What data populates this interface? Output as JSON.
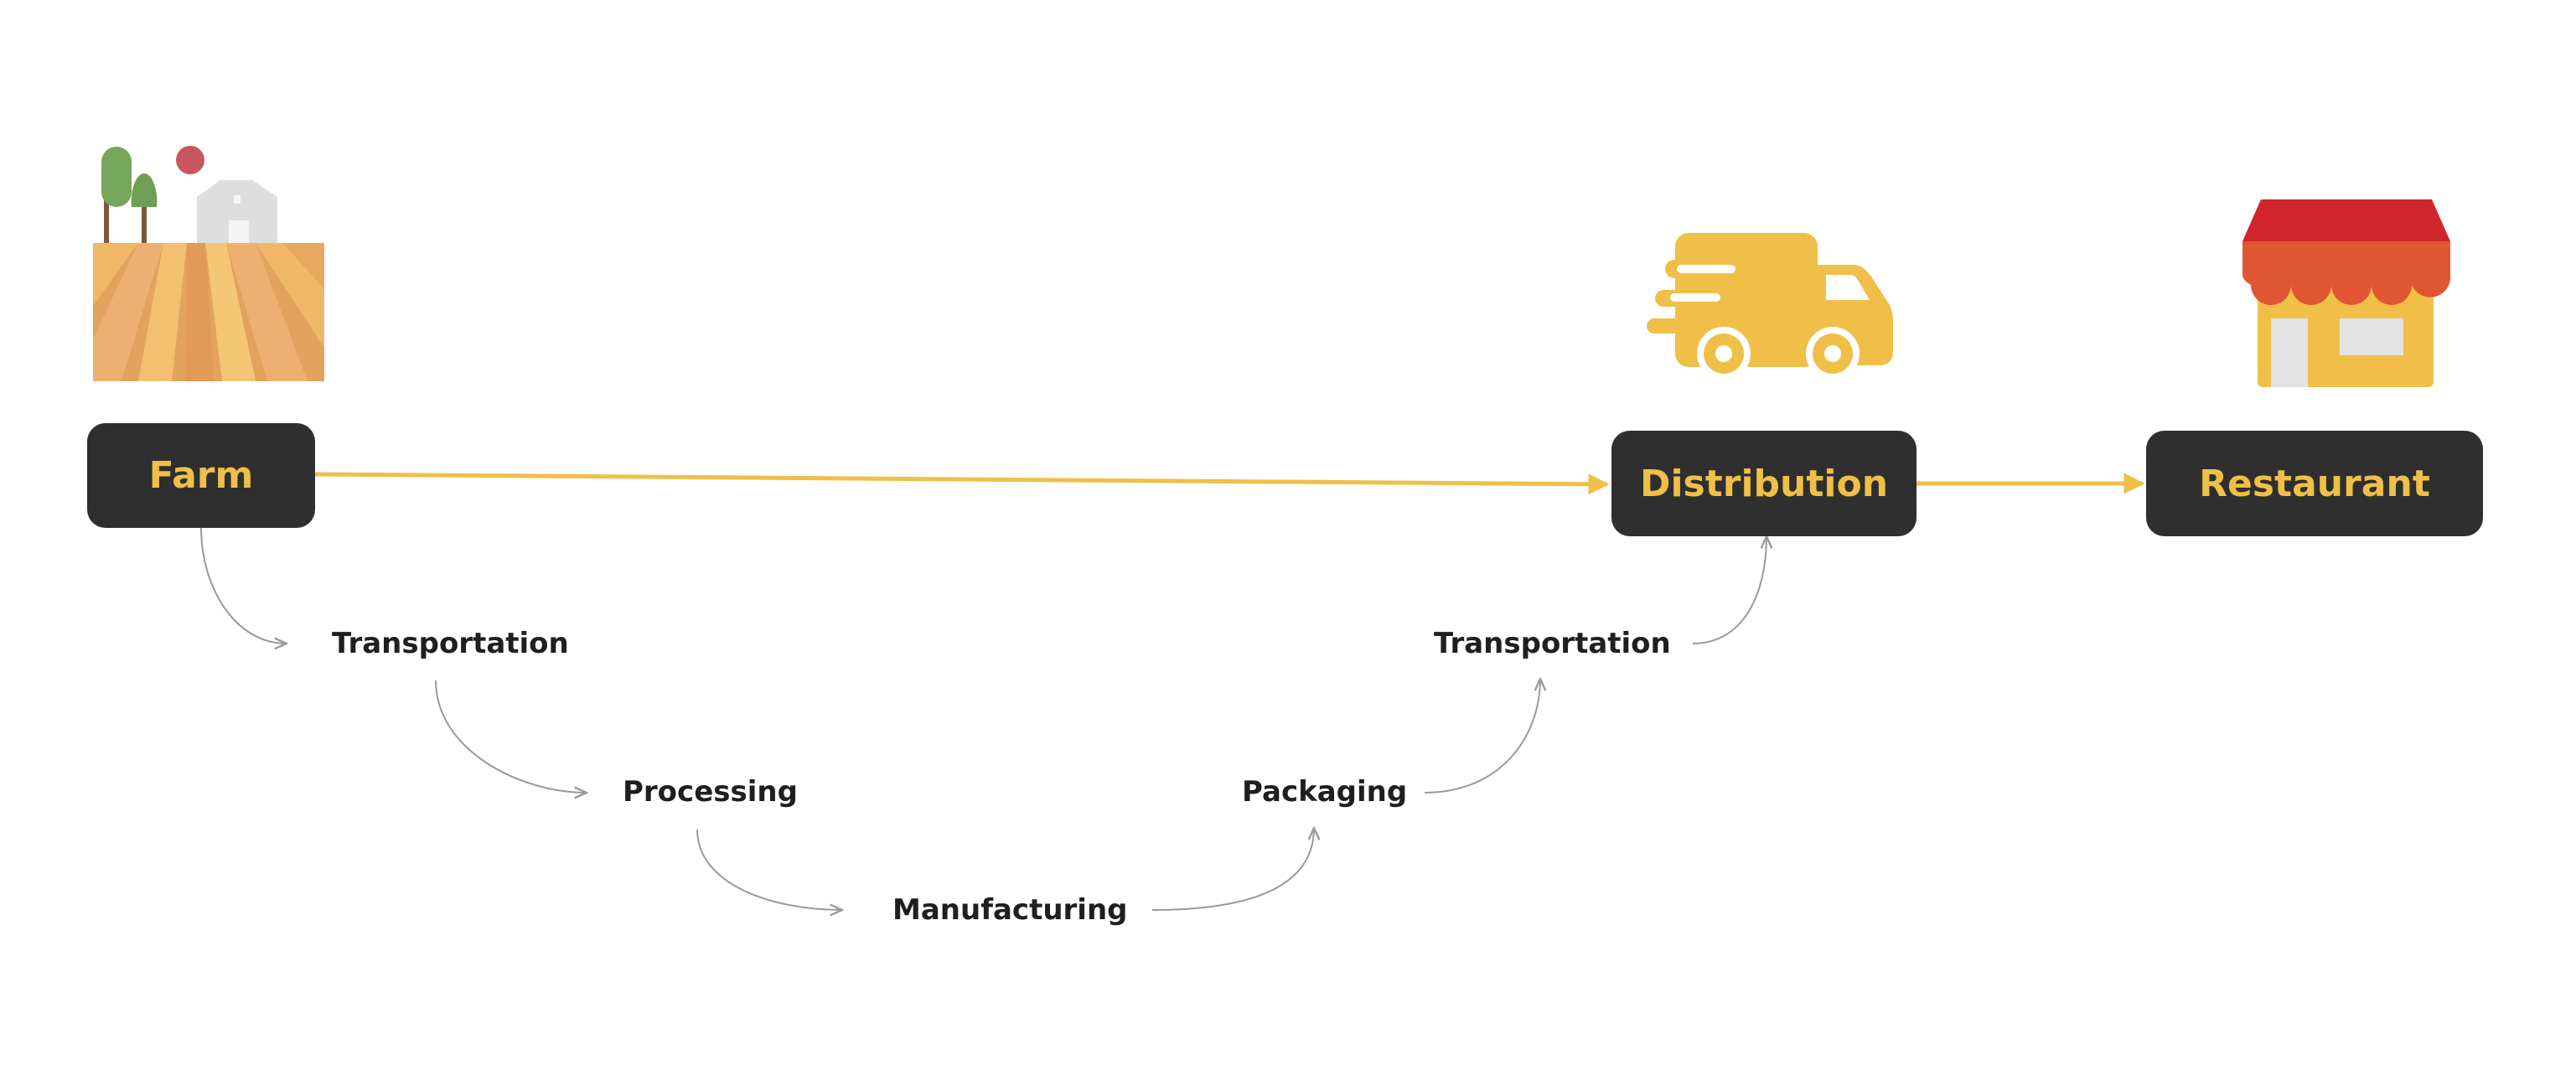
{
  "diagram": {
    "nodes": [
      {
        "id": "farm",
        "label": "Farm"
      },
      {
        "id": "distribution",
        "label": "Distribution"
      },
      {
        "id": "restaurant",
        "label": "Restaurant"
      }
    ],
    "steps": [
      {
        "id": "transportation-1",
        "label": "Transportation"
      },
      {
        "id": "processing",
        "label": "Processing"
      },
      {
        "id": "manufacturing",
        "label": "Manufacturing"
      },
      {
        "id": "packaging",
        "label": "Packaging"
      },
      {
        "id": "transportation-2",
        "label": "Transportation"
      }
    ],
    "icons": {
      "farm": "farm-icon",
      "distribution": "delivery-truck-icon",
      "restaurant": "storefront-icon"
    },
    "colors": {
      "node_bg": "#2f2f2f",
      "node_text": "#efbf48",
      "main_arrow": "#efbf48",
      "step_text": "#1f1f1f",
      "step_arrow": "#9a9a9a"
    }
  }
}
